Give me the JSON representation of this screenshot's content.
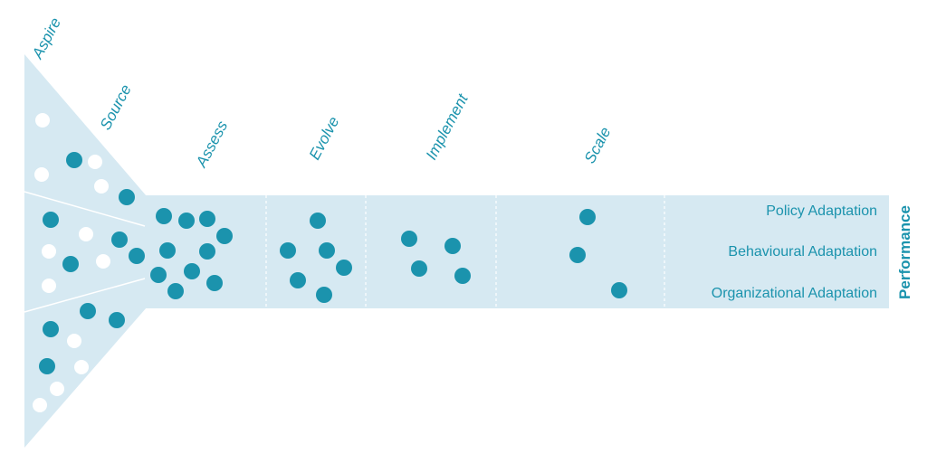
{
  "stages": [
    {
      "label": "Aspire"
    },
    {
      "label": "Source"
    },
    {
      "label": "Assess"
    },
    {
      "label": "Evolve"
    },
    {
      "label": "Implement"
    },
    {
      "label": "Scale"
    }
  ],
  "outcomes": [
    {
      "label": "Policy Adaptation"
    },
    {
      "label": "Behavioural Adaptation"
    },
    {
      "label": "Organizational Adaptation"
    }
  ],
  "performance": {
    "label": "Performance"
  },
  "colors": {
    "funnel_fill": "#d6e9f2",
    "divider": "#ffffff",
    "dot_filled": "#1b93ad",
    "dot_empty": "#ffffff",
    "text": "#1b93ad"
  }
}
